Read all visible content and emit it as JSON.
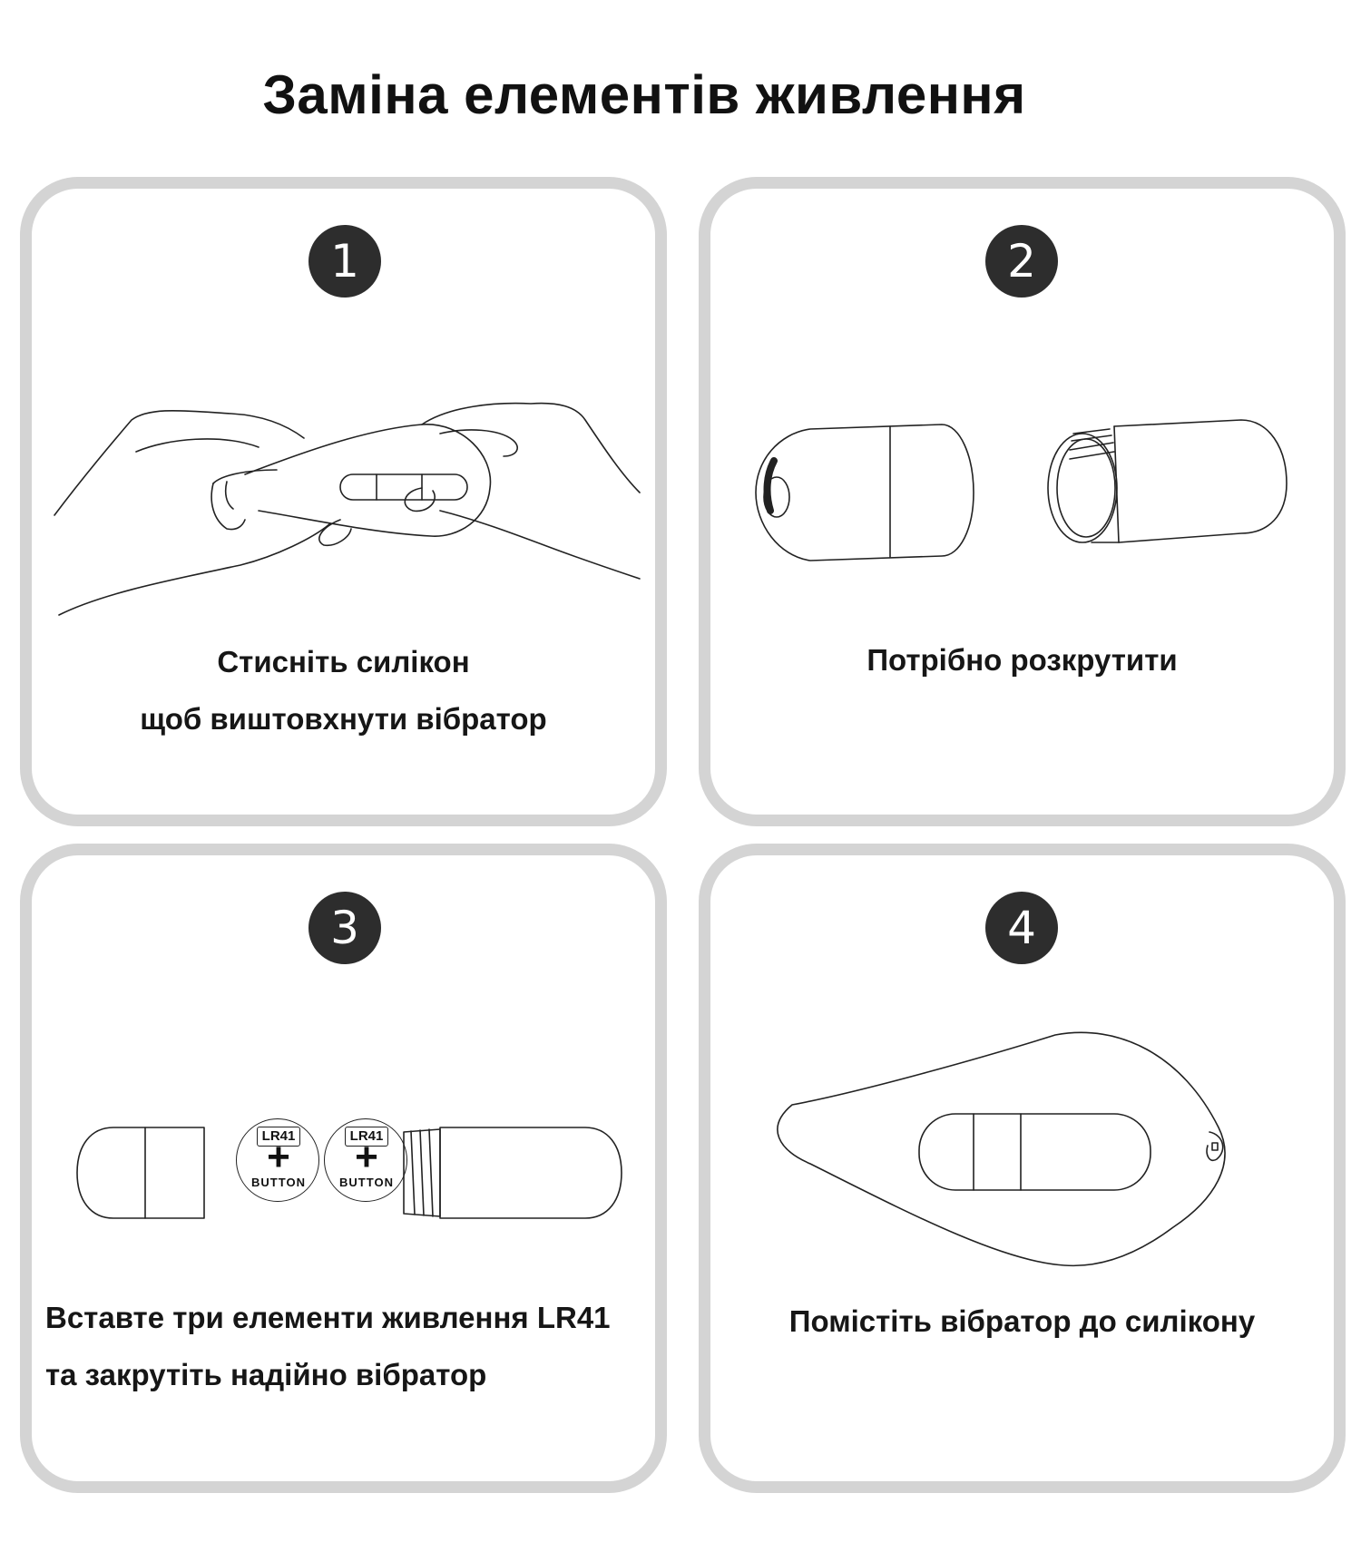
{
  "title": "Заміна елементів живлення",
  "steps": [
    {
      "number": "1",
      "caption": [
        "Стисніть силікон",
        "щоб виштовхнути вібратор"
      ]
    },
    {
      "number": "2",
      "caption": [
        "Потрібно розкрутити"
      ]
    },
    {
      "number": "3",
      "caption": [
        "Вставте три елементи живлення LR41",
        "та закрутіть надійно вібратор"
      ],
      "battery": {
        "model": "LR41",
        "symbol": "+",
        "type": "BUTTON"
      }
    },
    {
      "number": "4",
      "caption": [
        "Помістіть вібратор до силікону"
      ]
    }
  ],
  "colors": {
    "panel_border": "#d4d4d4",
    "badge": "#2d2d2d",
    "line": "#222222"
  }
}
